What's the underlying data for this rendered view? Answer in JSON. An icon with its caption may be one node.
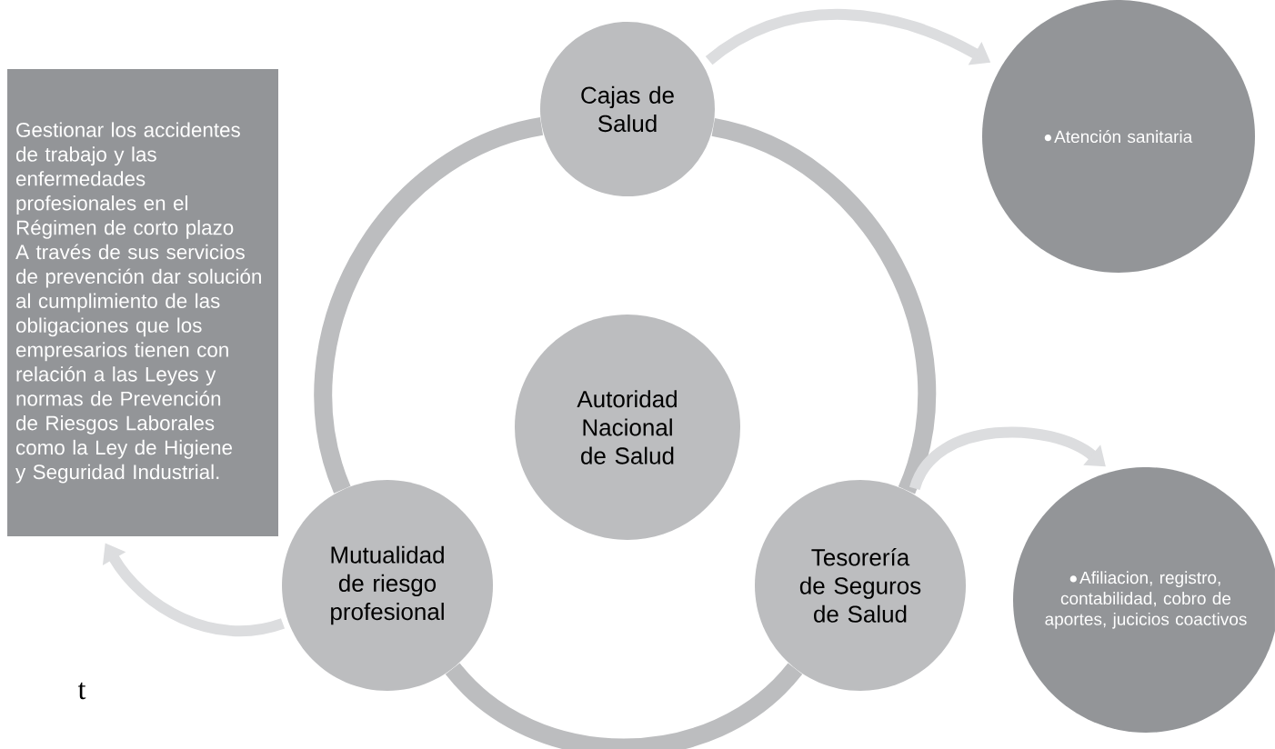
{
  "diagram": {
    "nodes": [
      {
        "text": [
          "Cajas de Salud"
        ]
      },
      {
        "text": [
          "Autoridad Nacional de Salud"
        ]
      },
      {
        "text": [
          "Mutualidad de riesgo profesional"
        ]
      },
      {
        "text": [
          "Tesorería de Seguros de Salud"
        ]
      },
      {
        "text": [
          "Atención sanitaria"
        ]
      },
      {
        "text": [
          "Afiliacion, registro, contabilidad, cobro de aportes, jucicios coactivos"
        ]
      },
      {
        "text": [
          "Gestionar los accidentes de trabajo y las enfermedades profesionales en el Régimen de corto plazo A través de sus servicios de prevención dar solución al cumplimiento de las obligaciones que los empresarios tienen con relación a las Leyes y normas de Prevención de Riesgos Laborales como la Ley de Higiene y Seguridad Industrial."
        ]
      }
    ],
    "edges": [
      {
        "from": 0,
        "to": 3,
        "arrow": "none"
      },
      {
        "from": 3,
        "to": 2,
        "arrow": "none"
      },
      {
        "from": 2,
        "to": 0,
        "arrow": "none"
      },
      {
        "from": 0,
        "to": 4,
        "arrow": "to",
        "color": "#dcdddf"
      },
      {
        "from": 3,
        "to": 5,
        "arrow": "to",
        "color": "#dcdddf"
      },
      {
        "from": 2,
        "to": 6,
        "arrow": "to",
        "color": "#dcdddf"
      }
    ],
    "labels": [
      "t"
    ]
  }
}
